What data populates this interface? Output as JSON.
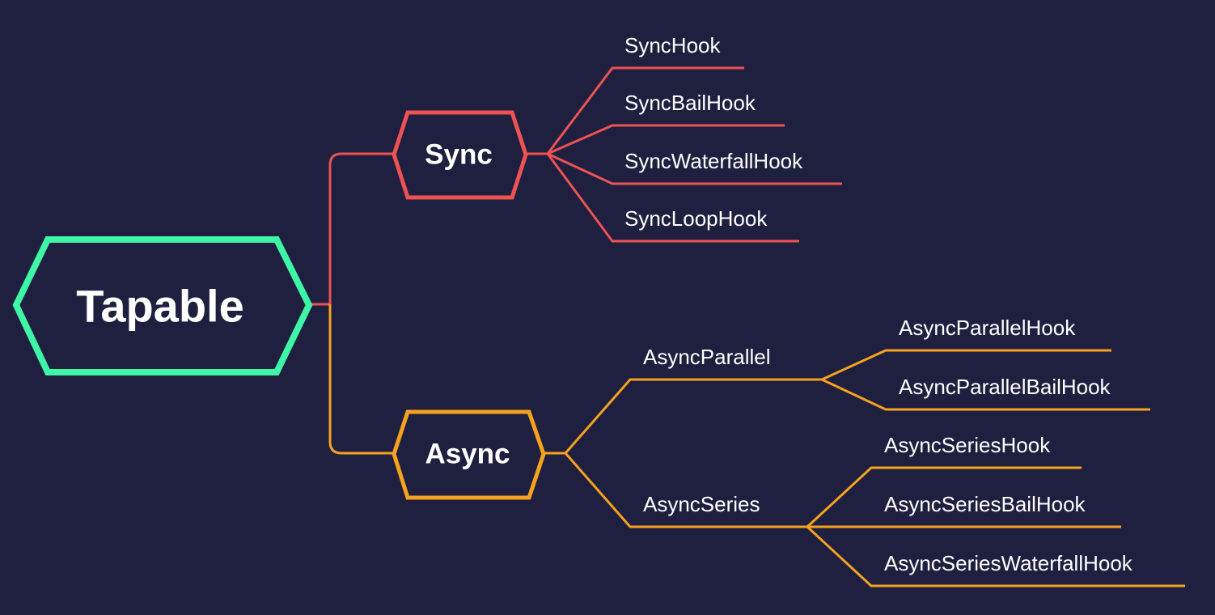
{
  "root": {
    "label": "Tapable",
    "color": "#3ff5a6"
  },
  "sync": {
    "label": "Sync",
    "color": "#ee5252",
    "hooks": [
      "SyncHook",
      "SyncBailHook",
      "SyncWaterfallHook",
      "SyncLoopHook"
    ]
  },
  "async": {
    "label": "Async",
    "color": "#f6a21e",
    "groups": [
      {
        "label": "AsyncParallel",
        "hooks": [
          "AsyncParallelHook",
          "AsyncParallelBailHook"
        ]
      },
      {
        "label": "AsyncSeries",
        "hooks": [
          "AsyncSeriesHook",
          "AsyncSeriesBailHook",
          "AsyncSeriesWaterfallHook"
        ]
      }
    ]
  },
  "background": "#1f2040"
}
